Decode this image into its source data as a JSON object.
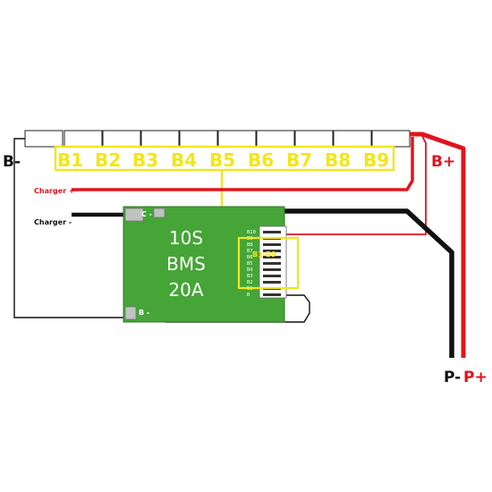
{
  "cells": [
    "B1",
    "B2",
    "B3",
    "B4",
    "B5",
    "B6",
    "B7",
    "B8",
    "B9"
  ],
  "labels": {
    "b_minus": "B-",
    "b_plus": "B+",
    "charger_plus": "Charger +",
    "charger_minus": "Charger -",
    "p_minus": "P-",
    "p_plus": "P+",
    "balance_range": "B1-B9",
    "pad_c": "C -",
    "pad_b": "B -"
  },
  "bms": {
    "line1": "10S",
    "line2": "BMS",
    "line3": "20A"
  },
  "balance_pins": [
    "B10",
    "B9",
    "B8",
    "B7",
    "B6",
    "B5",
    "B4",
    "B3",
    "B2",
    "B1",
    "B"
  ],
  "colors": {
    "wire_red": "#e0141e",
    "wire_black": "#111111",
    "wire_yellow": "#f2e61a",
    "board_green": "#45a537",
    "connector": "#ffffff"
  }
}
